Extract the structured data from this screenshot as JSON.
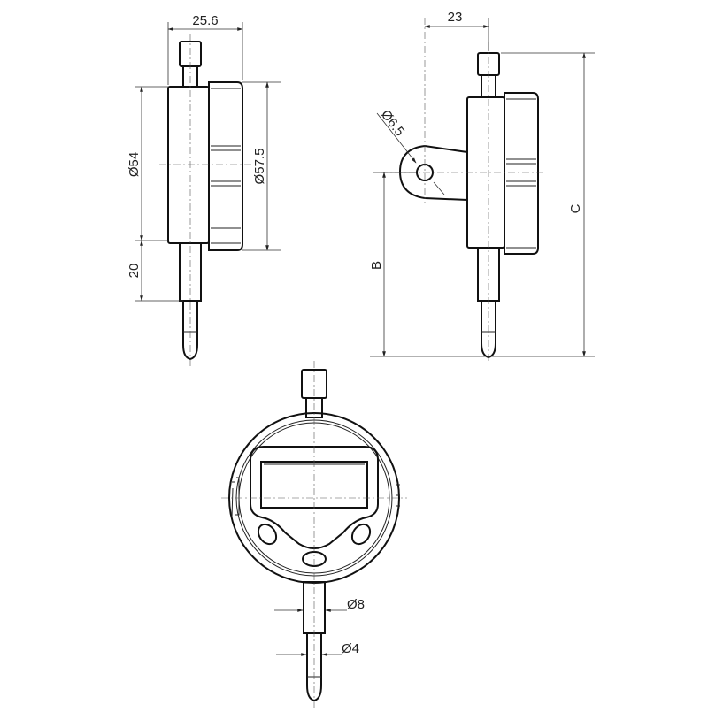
{
  "side_view": {
    "depth_label": "25.6",
    "body_diameter_label": "Ø54",
    "bezel_diameter_label": "Ø57.5",
    "stem_length_label": "20"
  },
  "lug_view": {
    "offset_label": "23",
    "hole_diameter_label": "Ø6.5",
    "b_label": "B",
    "c_label": "C"
  },
  "front_view": {
    "stem_diameter_label": "Ø8",
    "tip_diameter_label": "Ø4"
  }
}
